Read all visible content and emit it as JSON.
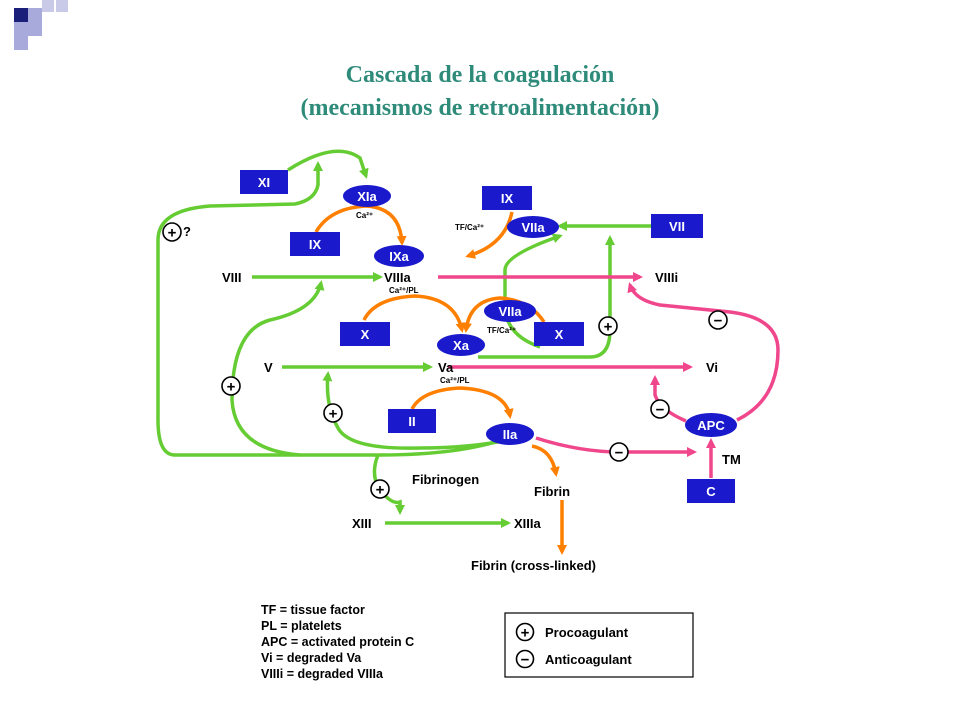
{
  "title_line1": "Cascada de la coagulación",
  "title_line2": "(mecanismos de retroalimentación)",
  "colors": {
    "green": "#66cc33",
    "orange": "#ff8000",
    "pink": "#f0468c",
    "box": "#1a1acc",
    "title": "#2e8b7a",
    "deco_dark": "#1a1f7a",
    "deco_light": "#a8aadc"
  },
  "boxes": {
    "XI": "XI",
    "XIa": "XIa",
    "IX_left": "IX",
    "IXa": "IXa",
    "IX_top": "IX",
    "VIIa_top": "VIIa",
    "VII": "VII",
    "X_left": "X",
    "VIIa_mid": "VIIa",
    "X_right": "X",
    "Xa": "Xa",
    "II": "II",
    "IIa": "IIa",
    "APC": "APC",
    "C": "C"
  },
  "labels": {
    "Ca2": "Ca²⁺",
    "TF_Ca": "TF/Ca²⁺",
    "VIII": "VIII",
    "VIIIa": "VIIIa",
    "Ca_PL_1": "Ca²⁺/PL",
    "VIIIi": "VIIIi",
    "TF_Ca2": "TF/Ca²⁺",
    "V": "V",
    "Va": "Va",
    "Ca_PL_2": "Ca²⁺/PL",
    "Vi": "Vi",
    "TM": "TM",
    "Fibrinogen": "Fibrinogen",
    "Fibrin": "Fibrin",
    "XIII": "XIII",
    "XIIIa": "XIIIa",
    "Fibrin_cross": "Fibrin (cross-linked)",
    "question": "?"
  },
  "symbols": {
    "plus": "+",
    "minus": "−"
  },
  "legend_defs": [
    "TF = tissue factor",
    "PL = platelets",
    "APC = activated protein C",
    "Vi = degraded Va",
    "VIIIi = degraded VIIIa"
  ],
  "legend_keys": {
    "procoagulant": "Procoagulant",
    "anticoagulant": "Anticoagulant"
  }
}
